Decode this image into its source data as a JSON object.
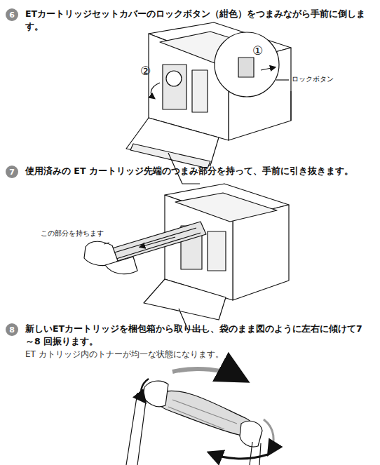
{
  "diagram": {
    "nodes": [
      {
        "text": [
          "6"
        ]
      },
      {
        "text": [
          "7"
        ]
      },
      {
        "text": [
          "8"
        ]
      }
    ],
    "labels": [
      "ETカートリッジセットカバーのロックボタン（紺色）をつまみながら手前に倒します。",
      "①",
      "②",
      "ロックボタン",
      "使用済みの ET カートリッジ先端のつまみ部分を持って、手前に引き抜きます。",
      "この部分を持ちます",
      "新しいETカートリッジを梱包箱から取り出し、袋のまま図のように左右に傾けて7～8 回振ります。",
      "ET カトリッジ内のトナーが均一な状態になります。"
    ]
  }
}
